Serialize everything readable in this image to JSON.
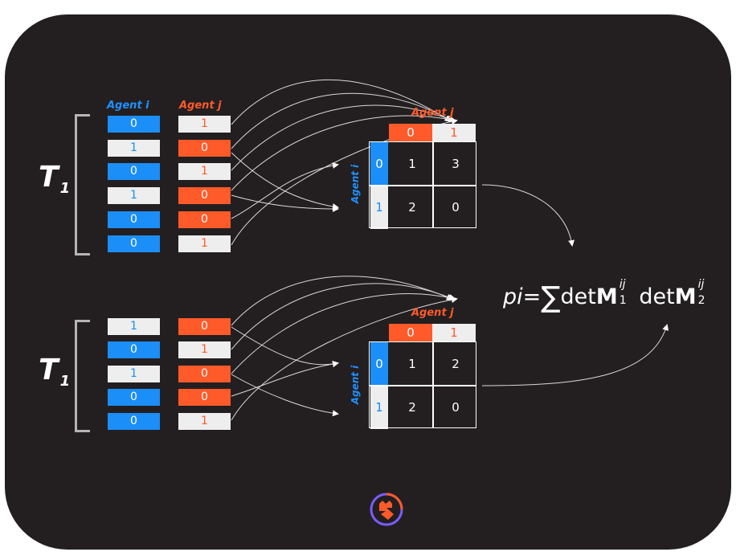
{
  "labels": {
    "agent_i": "Agent i",
    "agent_j": "Agent j",
    "t_main": "T",
    "t_sub": "1"
  },
  "group1": {
    "agent_i": [
      "0",
      "1",
      "0",
      "1",
      "0",
      "0"
    ],
    "agent_j": [
      "1",
      "0",
      "1",
      "0",
      "0",
      "1"
    ]
  },
  "group2": {
    "agent_i": [
      "1",
      "0",
      "1",
      "0",
      "0"
    ],
    "agent_j": [
      "0",
      "1",
      "0",
      "0",
      "1"
    ]
  },
  "matrix1": {
    "col_headers": [
      "0",
      "1"
    ],
    "row_headers": [
      "0",
      "1"
    ],
    "values": [
      [
        "1",
        "3"
      ],
      [
        "2",
        "0"
      ]
    ]
  },
  "matrix2": {
    "col_headers": [
      "0",
      "1"
    ],
    "row_headers": [
      "0",
      "1"
    ],
    "values": [
      [
        "1",
        "2"
      ],
      [
        "2",
        "0"
      ]
    ]
  },
  "formula": {
    "lhs": "pi",
    "equals": "=",
    "sum": "∑",
    "det": "det",
    "matrix": "M",
    "sup": "ij",
    "sub1": "1",
    "sub2": "2"
  },
  "colors": {
    "background": "#231f20",
    "agent_i_blue": "#1b8ef7",
    "agent_j_orange": "#ff5a2a",
    "light_cell": "#eeeeee"
  },
  "icons": {
    "logo": "brand-logo-icon"
  }
}
